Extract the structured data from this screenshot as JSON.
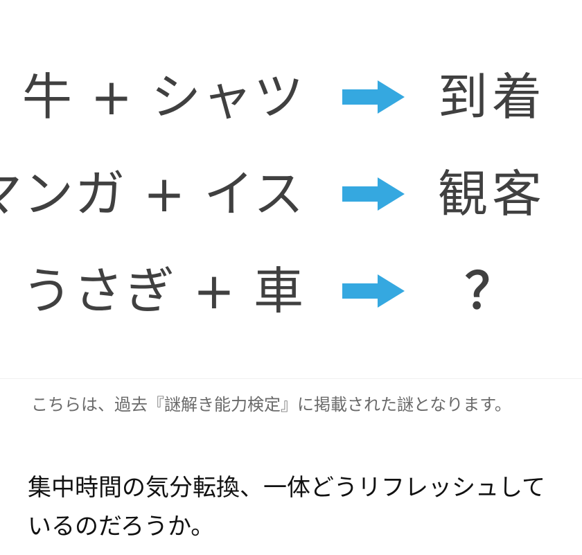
{
  "puzzle": {
    "arrow_color": "#35a8e0",
    "rows": [
      {
        "left": "牛 + シャツ",
        "right": "到着"
      },
      {
        "left": "マンガ + イス",
        "right": "観客"
      },
      {
        "left": "うさぎ + 車",
        "right": "？"
      }
    ]
  },
  "caption": "こちらは、過去『謎解き能力検定』に掲載された謎となります。",
  "body_text": "集中時間の気分転換、一体どうリフレッシュしているのだろうか。"
}
